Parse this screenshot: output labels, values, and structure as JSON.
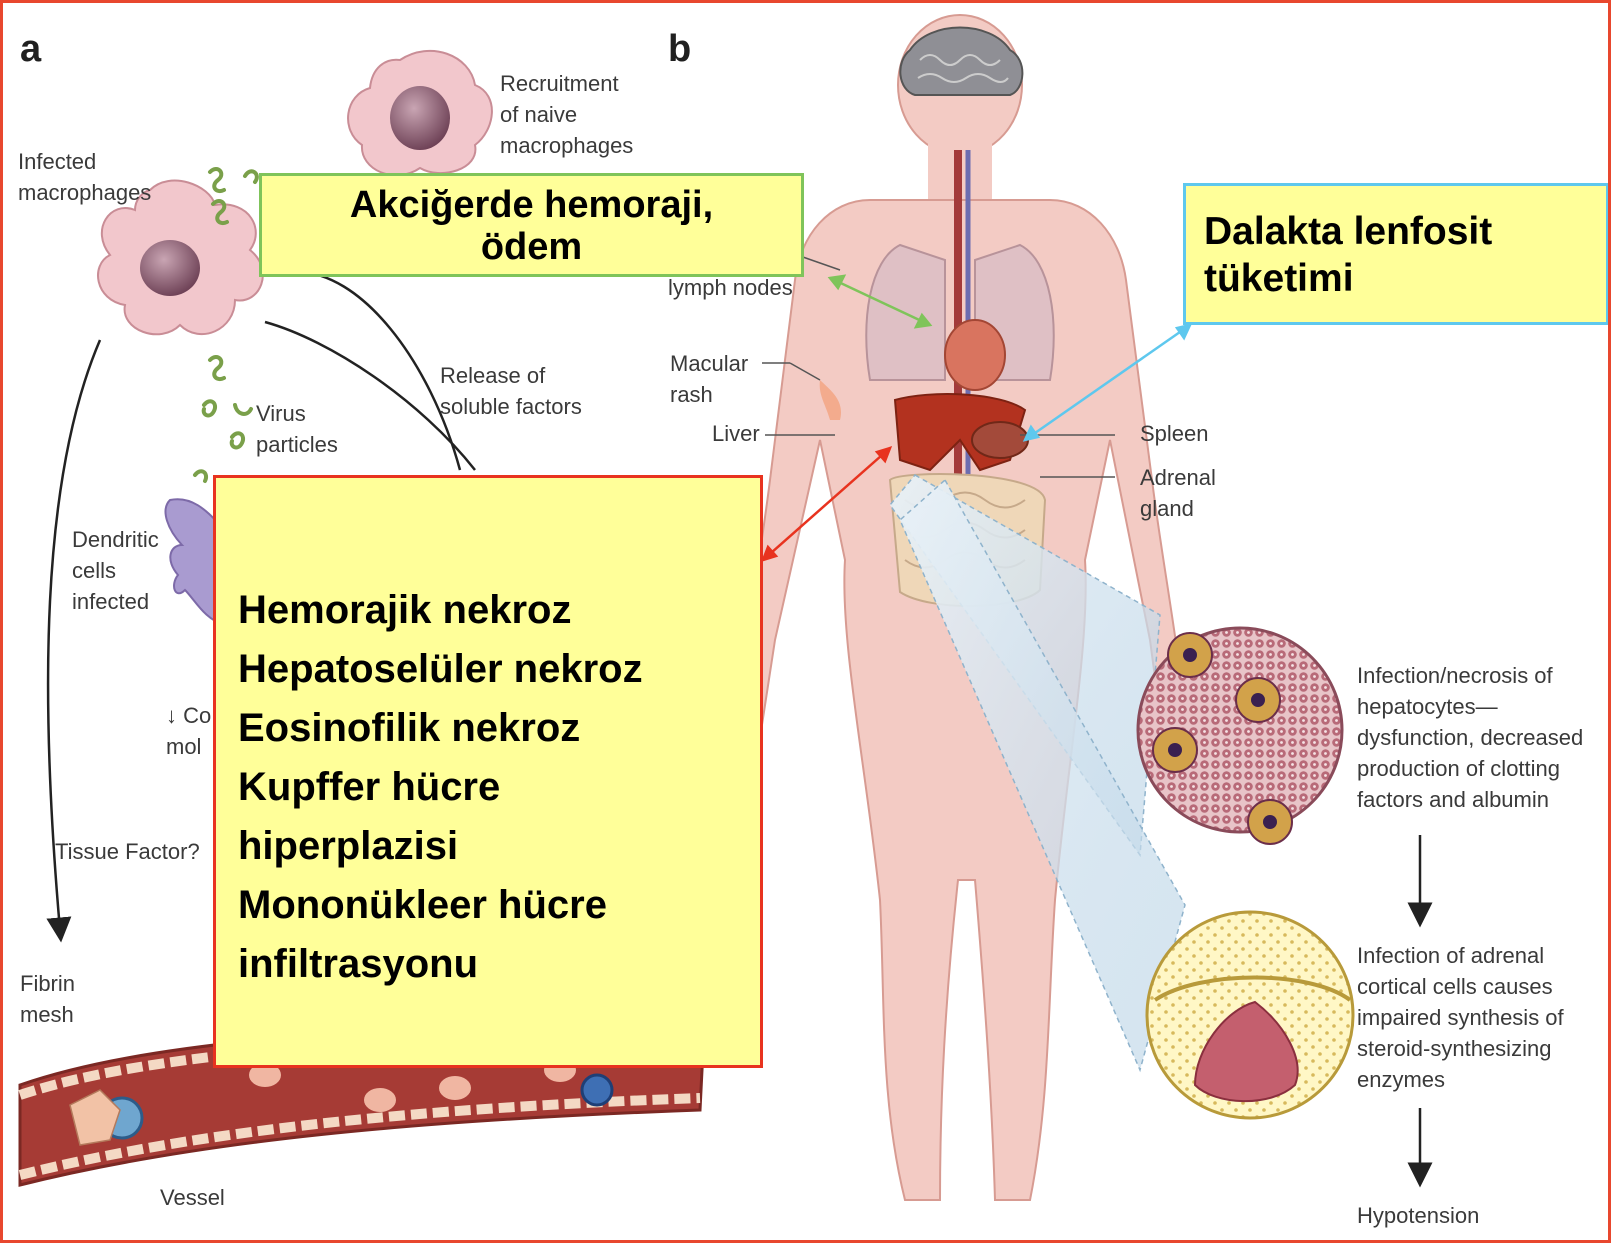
{
  "panel_letters": {
    "a": "a",
    "b": "b"
  },
  "labels_a": {
    "infected_macrophages": [
      "Infected",
      "macrophages"
    ],
    "recruitment": [
      "Recruitment",
      "of naive",
      "macrophages"
    ],
    "release": [
      "Release of",
      "soluble factors"
    ],
    "virus": [
      "Virus",
      "particles"
    ],
    "dendritic": [
      "Dendritic",
      "cells",
      "infected"
    ],
    "co_frag": [
      "↓ Co",
      "mol"
    ],
    "tissue_factor": "Tissue Factor?",
    "fibrin": [
      "Fibrin",
      "mesh"
    ],
    "vessel": "Vessel"
  },
  "labels_b": {
    "lymph_nodes": "lymph nodes",
    "macular": [
      "Macular",
      "rash"
    ],
    "liver": "Liver",
    "spleen": "Spleen",
    "adrenal": [
      "Adrenal",
      "gland"
    ],
    "infection_necrosis": [
      "Infection/necrosis of",
      "hepatocytes—",
      "dysfunction, decreased",
      "production of clotting",
      "factors and albumin"
    ],
    "adrenal_infection": [
      "Infection of adrenal",
      "cortical cells causes",
      "impaired synthesis of",
      "steroid-synthesizing",
      "enzymes"
    ],
    "hypotension": "Hypotension"
  },
  "callouts": {
    "lung": {
      "lines": [
        "Akciğerde hemoraji,",
        "ödem"
      ],
      "border_color": "#7fc45a"
    },
    "spleen": {
      "lines": [
        "Dalakta lenfosit",
        "tüketimi"
      ],
      "border_color": "#5ec8ee"
    },
    "liver": {
      "lines": [
        "Hemorajik nekroz",
        "Hepatoselüler nekroz",
        "Eosinofilik nekroz",
        "Kupffer hücre",
        "hiperplazisi",
        "Mononükleer hücre",
        "infiltrasyonu"
      ],
      "border_color": "#e8331f"
    }
  },
  "colors": {
    "frame": "#e8472e",
    "callout_fill": "#ffff99",
    "skin": "#f3cbc4",
    "liver": "#b3321f",
    "cell": "#f2c7cc"
  },
  "icons": [
    "macrophage-cell",
    "dendritic-cell",
    "virus-particle",
    "blood-vessel",
    "human-body",
    "brain",
    "heart",
    "lungs",
    "liver-organ",
    "spleen-organ",
    "intestines",
    "hepatocyte-tissue-circle",
    "adrenal-cell-circle",
    "down-arrow"
  ]
}
